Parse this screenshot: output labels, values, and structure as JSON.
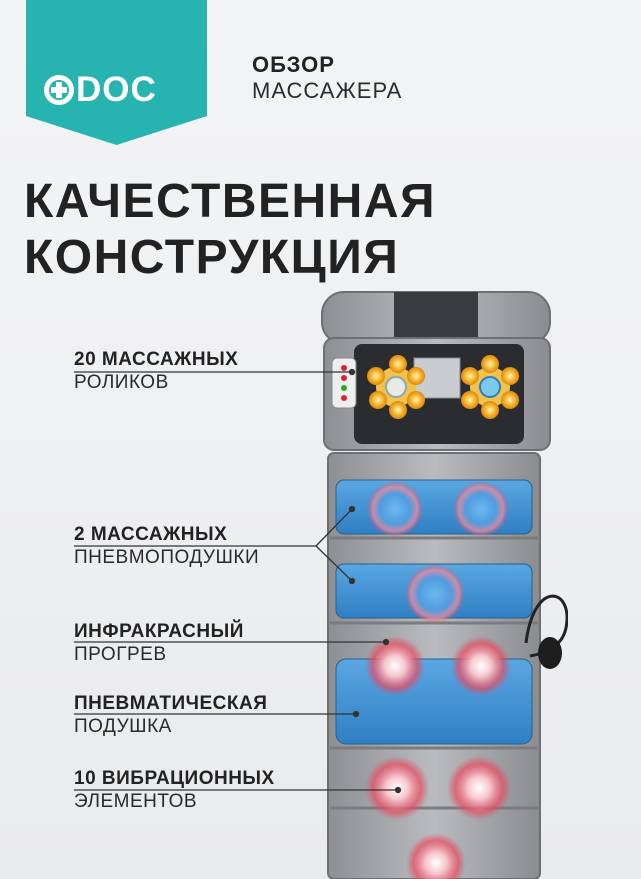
{
  "brand": {
    "logo_text": "DOC",
    "subtitle_line1": "ОБЗОР",
    "subtitle_line2": "МАССАЖЕРА"
  },
  "headline": {
    "line1": "КАЧЕСТВЕННАЯ",
    "line2": "КОНСТРУКЦИЯ"
  },
  "features": [
    {
      "title": "20 МАССАЖНЫХ",
      "subtitle": "РОЛИКОВ"
    },
    {
      "title": "2 МАССАЖНЫХ",
      "subtitle": "ПНЕВМОПОДУШКИ"
    },
    {
      "title": "ИНФРАКРАСНЫЙ",
      "subtitle": "ПРОГРЕВ"
    },
    {
      "title": "ПНЕВМАТИЧЕСКАЯ",
      "subtitle": "ПОДУШКА"
    },
    {
      "title": "10 ВИБРАЦИОННЫХ",
      "subtitle": "ЭЛЕМЕНТОВ"
    }
  ],
  "colors": {
    "brand_teal": "#27b3b0",
    "airbag_blue": "#3d8fd0",
    "roller_orange": "#f5a623",
    "heat_red": "#e84a5f"
  },
  "icons": [
    "logo-cross-icon"
  ]
}
